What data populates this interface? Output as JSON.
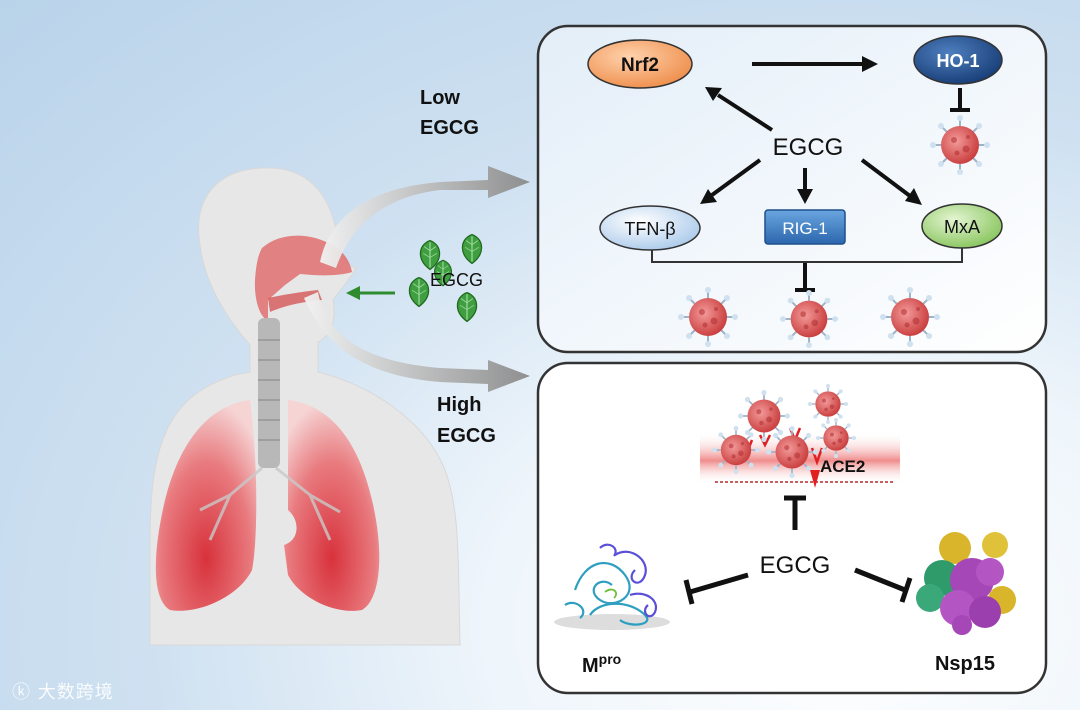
{
  "left": {
    "low_label_line1": "Low",
    "low_label_line2": "EGCG",
    "high_label_line1": "High",
    "high_label_line2": "EGCG",
    "leaf_label": "EGCG"
  },
  "top_panel": {
    "nrf2": "Nrf2",
    "ho1": "HO-1",
    "center": "EGCG",
    "tfn": "TFN-β",
    "rig1": "RIG-1",
    "mxa": "MxA"
  },
  "bottom_panel": {
    "ace2": "ACE2",
    "center": "EGCG",
    "mpro_base": "M",
    "mpro_sup": "pro",
    "nsp15": "Nsp15"
  },
  "watermark": "大数跨境",
  "colors": {
    "nrf2": "#f2a56b",
    "ho1": "#1f4e8c",
    "tfn": "#cfe3f7",
    "rig1": "#3c7fc6",
    "mxa": "#9fd27a",
    "virus": "#e05050",
    "lung": "#d9545a"
  }
}
